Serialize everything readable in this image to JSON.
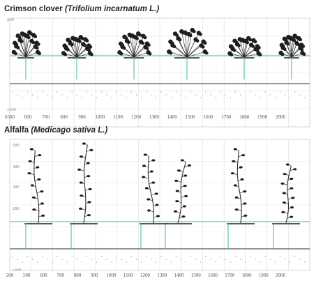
{
  "panels": [
    {
      "id": "clover",
      "title_plain": "Crimson clover",
      "title_sci": "(Trifolium incarnatum L.)",
      "top_label": "200",
      "bottom_label": "1100",
      "x_ticks": [
        "6500",
        "600",
        "700",
        "800",
        "900",
        "1000",
        "1100",
        "1200",
        "1300",
        "1400",
        "1500",
        "1600",
        "1700",
        "1800",
        "1900",
        "2000"
      ],
      "baseline_color": "#39b8a8",
      "plant_color": "#1e1e1e"
    },
    {
      "id": "alfalfa",
      "title_plain": "Alfalfa",
      "title_sci": "(Medicago sativa L.)",
      "y_labels": [
        "500",
        "300",
        "300",
        "200"
      ],
      "bottom_label": "-100",
      "x_ticks": [
        "200",
        "500",
        "600",
        "700",
        "800",
        "900",
        "1000",
        "1100",
        "1200",
        "1300",
        "1400",
        "1500",
        "1600",
        "1700",
        "1800",
        "1900",
        "2000"
      ],
      "baseline_color": "#39b8a8",
      "plant_color": "#1e1e1e"
    }
  ]
}
